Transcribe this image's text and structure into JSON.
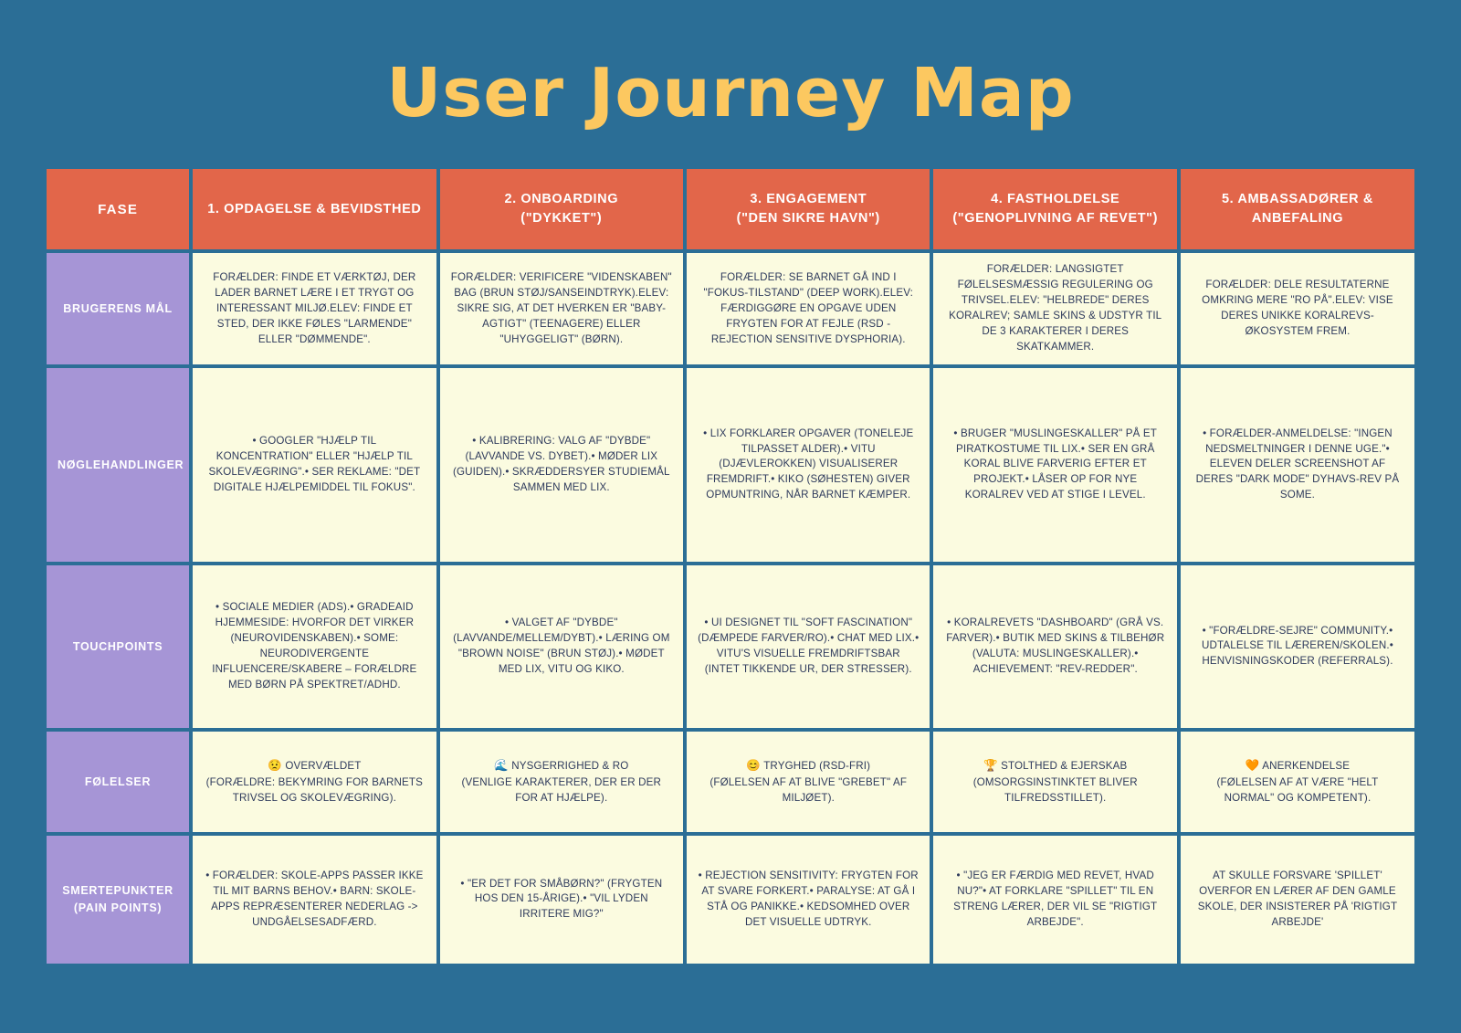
{
  "title": "User Journey Map",
  "colors": {
    "background": "#2b6e96",
    "title": "#fcc860",
    "header": "#e2664a",
    "row_label": "#a695d6",
    "cell": "#fbfbe0",
    "cell_text": "#2e3a5c"
  },
  "header": {
    "label": "FASE",
    "phases": [
      {
        "line1": "1. OPDAGELSE & BEVIDSTHED",
        "line2": ""
      },
      {
        "line1": "2. ONBOARDING",
        "line2": "(\"DYKKET\")"
      },
      {
        "line1": "3. ENGAGEMENT",
        "line2": "(\"DEN SIKRE HAVN\")"
      },
      {
        "line1": "4. FASTHOLDELSE",
        "line2": "(\"GENOPLIVNING AF REVET\")"
      },
      {
        "line1": "5. AMBASSADØRER & ANBEFALING",
        "line2": ""
      }
    ]
  },
  "rows": [
    {
      "label": "BRUGERENS MÅL",
      "cells": [
        "FORÆLDER: FINDE ET VÆRKTØJ, DER LADER BARNET LÆRE I ET TRYGT OG INTERESSANT MILJØ.ELEV: FINDE ET STED, DER IKKE FØLES \"LARMENDE\" ELLER \"DØMMENDE\".",
        "FORÆLDER: VERIFICERE \"VIDENSKABEN\" BAG (BRUN STØJ/SANSEINDTRYK).ELEV: SIKRE SIG, AT DET HVERKEN ER \"BABY-AGTIGT\" (TEENAGERE) ELLER \"UHYGGELIGT\" (BØRN).",
        "FORÆLDER: SE BARNET GÅ IND I \"FOKUS-TILSTAND\" (DEEP WORK).ELEV: FÆRDIGGØRE EN OPGAVE UDEN FRYGTEN FOR AT FEJLE (RSD - REJECTION SENSITIVE DYSPHORIA).",
        "FORÆLDER: LANGSIGTET FØLELSESMÆSSIG REGULERING OG TRIVSEL.ELEV: \"HELBREDE\" DERES KORALREV; SAMLE SKINS & UDSTYR TIL DE 3 KARAKTERER I DERES SKATKAMMER.",
        "FORÆLDER: DELE RESULTATERNE OMKRING MERE \"RO PÅ\".ELEV: VISE DERES UNIKKE KORALREVS-ØKOSYSTEM FREM."
      ]
    },
    {
      "label": "NØGLEHANDLINGER",
      "cells": [
        "• GOOGLER \"HJÆLP TIL KONCENTRATION\" ELLER \"HJÆLP TIL SKOLEVÆGRING\".• SER REKLAME: \"DET DIGITALE HJÆLPEMIDDEL TIL FOKUS\".",
        "• KALIBRERING: VALG AF \"DYBDE\" (LAVVANDE VS. DYBET).• MØDER LIX (GUIDEN).• SKRÆDDERSYER STUDIEMÅL SAMMEN MED LIX.",
        "• LIX FORKLARER OPGAVER (TONELEJE TILPASSET ALDER).• VITU (DJÆVLEROKKEN) VISUALISERER FREMDRIFT.• KIKO (SØHESTEN) GIVER OPMUNTRING, NÅR BARNET KÆMPER.",
        "• BRUGER \"MUSLINGESKALLER\" PÅ ET PIRATKOSTUME TIL LIX.• SER EN GRÅ KORAL BLIVE FARVERIG EFTER ET PROJEKT.• LÅSER OP FOR NYE KORALREV VED AT STIGE I LEVEL.",
        "• FORÆLDER-ANMELDELSE: \"INGEN NEDSMELTNINGER I DENNE UGE.\"• ELEVEN DELER SCREENSHOT AF DERES \"DARK MODE\" DYHAVS-REV PÅ SOME."
      ]
    },
    {
      "label": "TOUCHPOINTS",
      "cells": [
        "• SOCIALE MEDIER (ADS).• GRADEAID HJEMMESIDE: HVORFOR DET VIRKER (NEUROVIDENSKABEN).• SOME: NEURODIVERGENTE INFLUENCERE/SKABERE – FORÆLDRE MED BØRN PÅ SPEKTRET/ADHD.",
        "• VALGET AF \"DYBDE\" (LAVVANDE/MELLEM/DYBT).• LÆRING OM \"BROWN NOISE\" (BRUN STØJ).• MØDET MED LIX, VITU OG KIKO.",
        "• UI DESIGNET TIL \"SOFT FASCINATION\" (DÆMPEDE FARVER/RO).• CHAT MED LIX.• VITU'S VISUELLE FREMDRIFTSBAR (INTET TIKKENDE UR, DER STRESSER).",
        "• KORALREVETS \"DASHBOARD\" (GRÅ VS. FARVER).• BUTIK MED SKINS & TILBEHØR (VALUTA: MUSLINGESKALLER).• ACHIEVEMENT: \"REV-REDDER\".",
        "• \"FORÆLDRE-SEJRE\" COMMUNITY.• UDTALELSE TIL LÆREREN/SKOLEN.• HENVISNINGSKODER (REFERRALS)."
      ]
    },
    {
      "label": "FØLELSER",
      "emotion_row": true,
      "cells": [
        {
          "icon": "😟",
          "icon_name": "worried-face-icon",
          "headline": "OVERVÆLDET",
          "detail": "(FORÆLDRE: BEKYMRING FOR BARNETS TRIVSEL OG SKOLEVÆGRING)."
        },
        {
          "icon": "🌊",
          "icon_name": "wave-icon",
          "headline": "NYSGERRIGHED & RO",
          "detail": "(VENLIGE KARAKTERER, DER ER DER FOR AT HJÆLPE)."
        },
        {
          "icon": "😊",
          "icon_name": "smiling-face-icon",
          "headline": "TRYGHED (RSD-FRI)",
          "detail": "(FØLELSEN AF AT BLIVE \"GREBET\" AF MILJØET)."
        },
        {
          "icon": "🏆",
          "icon_name": "trophy-icon",
          "headline": "STOLTHED & EJERSKAB",
          "detail": "(OMSORGSINSTINKTET BLIVER TILFREDSSTILLET)."
        },
        {
          "icon": "🧡",
          "icon_name": "orange-heart-icon",
          "headline": "ANERKENDELSE",
          "detail": "(FØLELSEN AF AT VÆRE \"HELT NORMAL\" OG KOMPETENT)."
        }
      ]
    },
    {
      "label": "SMERTEPUNKTER (PAIN POINTS)",
      "cells": [
        "• FORÆLDER: SKOLE-APPS PASSER IKKE TIL MIT BARNS BEHOV.• BARN: SKOLE-APPS REPRÆSENTERER NEDERLAG -> UNDGÅELSESADFÆRD.",
        "• \"ER DET FOR SMÅBØRN?\" (FRYGTEN HOS DEN 15-ÅRIGE).• \"VIL LYDEN IRRITERE MIG?\"",
        "• REJECTION SENSITIVITY: FRYGTEN FOR AT SVARE FORKERT.• PARALYSE: AT GÅ I STÅ OG PANIKKE.• KEDSOMHED OVER DET VISUELLE UDTRYK.",
        "• \"JEG ER FÆRDIG MED REVET, HVAD NU?\"• AT FORKLARE \"SPILLET\" TIL EN STRENG LÆRER, DER VIL SE \"RIGTIGT ARBEJDE\".",
        "AT SKULLE FORSVARE 'SPILLET' OVERFOR EN LÆRER AF DEN GAMLE SKOLE, DER INSISTERER PÅ 'RIGTIGT ARBEJDE'"
      ]
    }
  ]
}
